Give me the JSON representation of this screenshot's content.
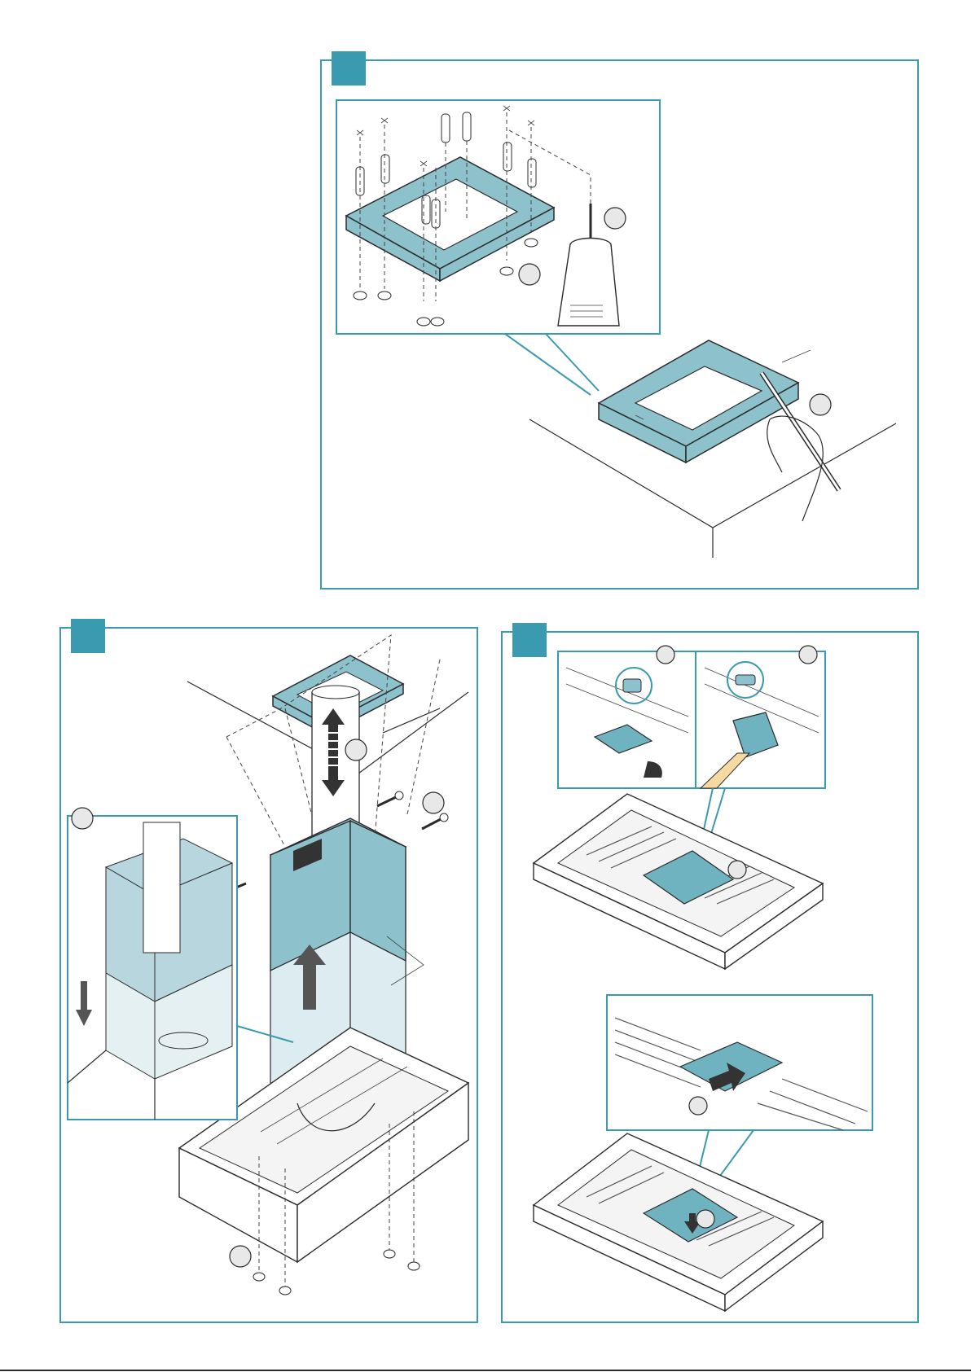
{
  "diagram": {
    "panels": [
      {
        "id": "ceiling-bracket-install"
      },
      {
        "id": "chimney-install"
      },
      {
        "id": "filter-install"
      }
    ],
    "colors": {
      "accent": "#3a9ab0",
      "part_fill": "#8dc1cc",
      "outline": "#2b2b2b"
    }
  }
}
